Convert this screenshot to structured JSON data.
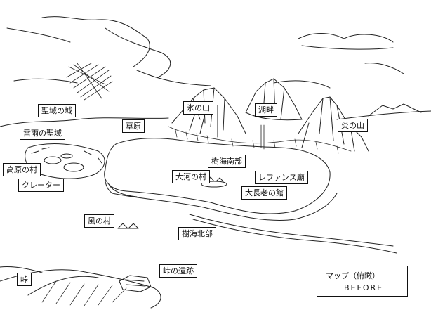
{
  "labels": {
    "seiiki_no_shiro": "聖域の城",
    "raiu_no_seiiki": "雷雨の聖域",
    "kougen_no_mura": "高原の村",
    "crater": "クレーター",
    "sougen": "草原",
    "koori_no_yama": "氷の山",
    "kohan": "湖畔",
    "honoo_no_yama": "炎の山",
    "jukai_nanbu": "樹海南部",
    "taiga_no_mura": "大河の村",
    "refans_byou": "レファンス廟",
    "daichourou_no_yakata": "大長老の館",
    "kaze_no_mura": "風の村",
    "jukai_hokubu": "樹海北部",
    "touge": "峠",
    "touge_no_iseki": "峠の遺跡"
  },
  "legend": {
    "title": "マップ（俯瞰）",
    "subtitle": "BEFORE"
  }
}
